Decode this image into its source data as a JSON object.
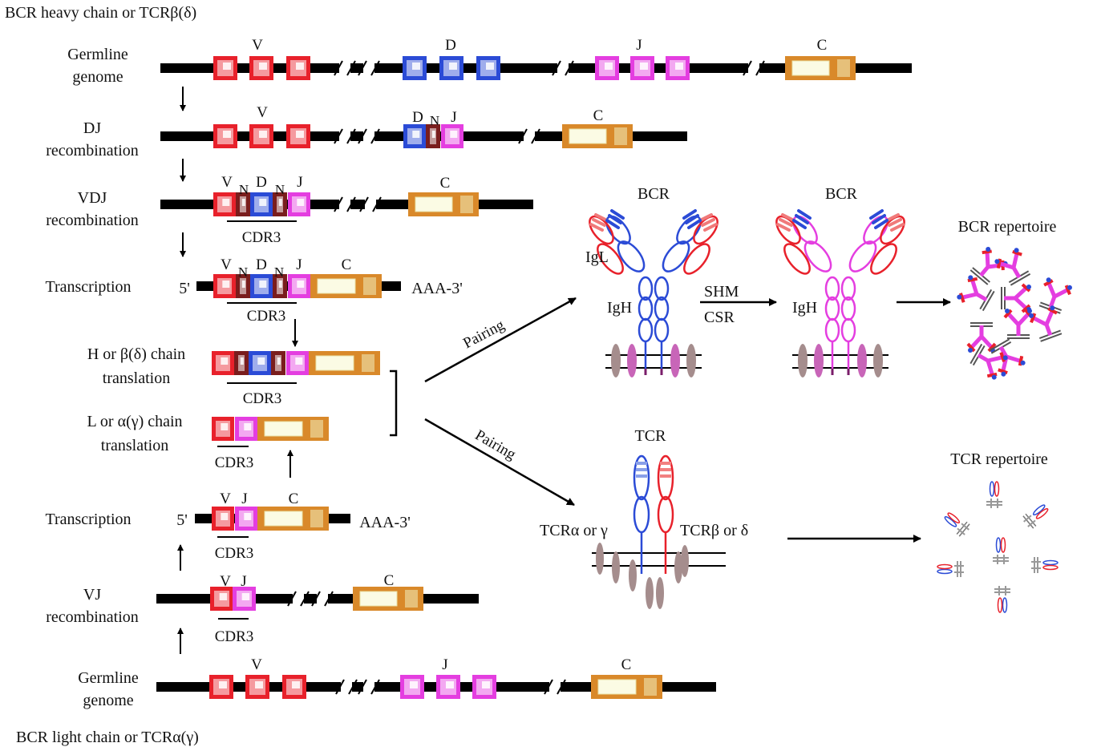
{
  "titles": {
    "heavy": "BCR heavy chain or TCRβ(δ)",
    "light": "BCR light chain or TCRα(γ)"
  },
  "steps": {
    "germline_h": [
      "Germline",
      "genome"
    ],
    "dj": [
      "DJ",
      "recombination"
    ],
    "vdj": [
      "VDJ",
      "recombination"
    ],
    "transcription_h": "Transcription",
    "h_translation": [
      "H or β(δ) chain",
      "translation"
    ],
    "l_translation": [
      "L or α(γ) chain",
      "translation"
    ],
    "transcription_l": "Transcription",
    "vj": [
      "VJ",
      "recombination"
    ],
    "germline_l": [
      "Germline",
      "genome"
    ]
  },
  "segments": {
    "v": "V",
    "d": "D",
    "j": "J",
    "c": "C",
    "n": "N"
  },
  "labels": {
    "cdr3": "CDR3",
    "five_prime": "5'",
    "polya": "AAA-3'",
    "pairing": "Pairing",
    "bcr": "BCR",
    "tcr": "TCR",
    "igl": "IgL",
    "igh": "IgH",
    "shm": "SHM",
    "csr": "CSR",
    "tcr_alpha": "TCRα  or γ",
    "tcr_beta": "TCRβ or δ",
    "bcr_repertoire": "BCR repertoire",
    "tcr_repertoire": "TCR repertoire"
  },
  "colors": {
    "v": "#e8212b",
    "d": "#2b4bd6",
    "j": "#e43ee0",
    "n": "#7a1d1d",
    "c": "#d9892a",
    "dna": "#000000",
    "bcr_heavy_switched": "#e43ee0",
    "membrane_protein": "#a58d8d"
  }
}
